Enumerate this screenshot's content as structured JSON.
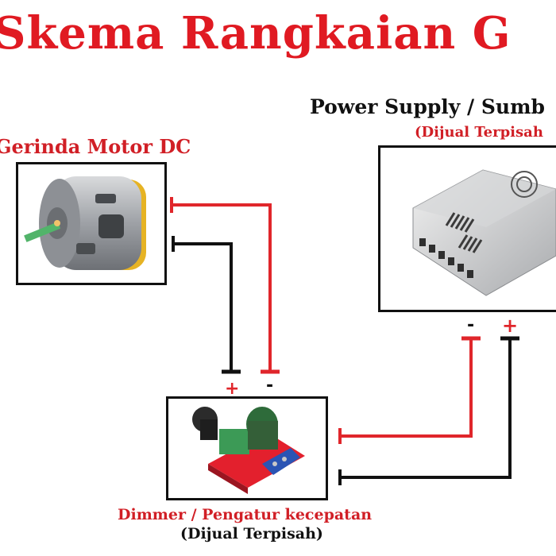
{
  "title": "Skema Rangkaian G",
  "motor": {
    "label": "Gerinda Motor DC"
  },
  "power_supply": {
    "label": "Power Supply / Sumb",
    "note": "(Dijual Terpisah"
  },
  "dimmer": {
    "label": "Dimmer / Pengatur kecepatan",
    "note": "(Dijual Terpisah)"
  },
  "terminals": {
    "dimmer_plus": "+",
    "dimmer_minus": "-",
    "psu_minus": "-",
    "psu_plus": "+"
  },
  "colors": {
    "title": "#e01a22",
    "label_red": "#d11f26",
    "wire_red": "#e0262b",
    "wire_black": "#111111"
  }
}
